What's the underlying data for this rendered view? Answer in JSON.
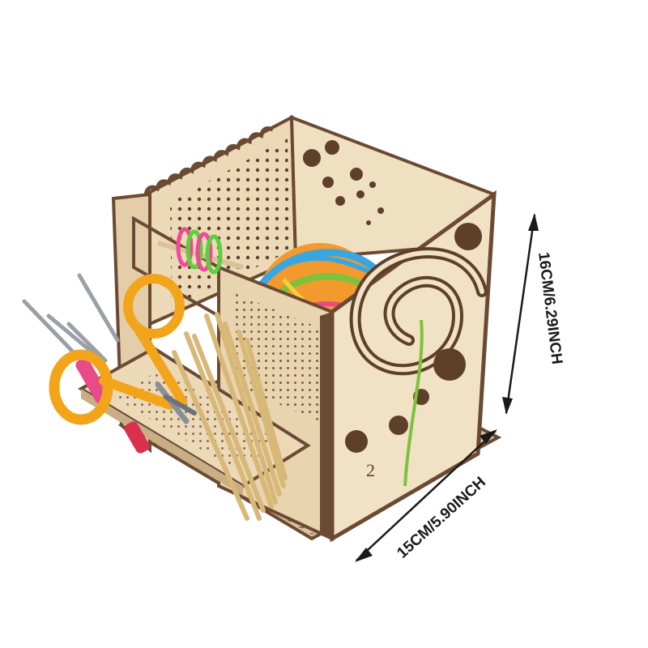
{
  "product": {
    "name": "",
    "colors": {
      "wood": "#ecd9b8",
      "wood_dark": "#d9c19a",
      "edge": "#6b4a33",
      "scissors": "#f2a51a",
      "yarn_orange": "#f29a2e",
      "yarn_blue": "#3aa6e0",
      "yarn_green": "#7cc23a",
      "yarn_pink": "#e84a8a",
      "marker_pink": "#f0499a",
      "marker_green": "#5bd03a"
    }
  },
  "dimensions": {
    "height_label": "16CM/6.29INCH",
    "width_label": "15CM/5.90INCH"
  },
  "side_panel": {
    "number_label": "2"
  }
}
